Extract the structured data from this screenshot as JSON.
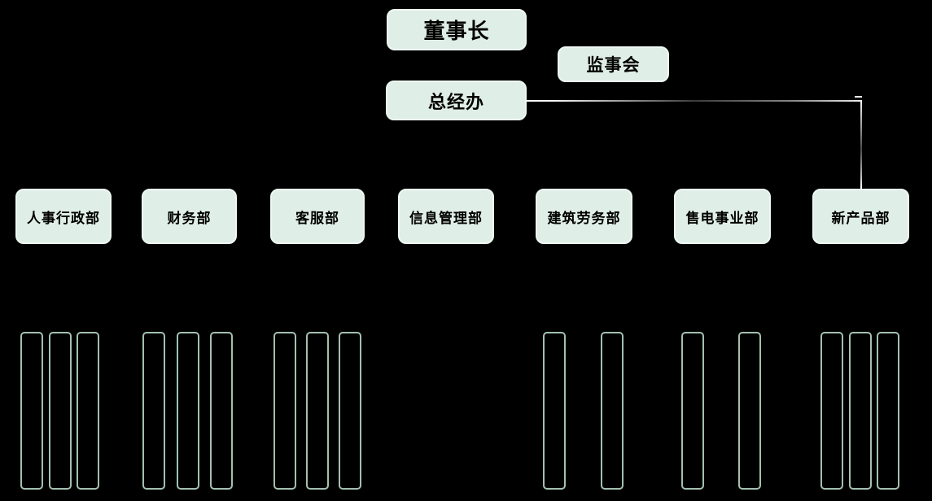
{
  "diagram": {
    "type": "org-chart",
    "background": "#000000",
    "palette": {
      "node_fill": "#dfeee6",
      "node_border": "#eef8f2",
      "node_text": "#000000",
      "slot_border": "#a3c0b0",
      "connector_dark": "#3c3c3c",
      "connector_light": "#ffffff"
    },
    "top_nodes": {
      "chairman": {
        "label": "董事长"
      },
      "supervisory_board": {
        "label": "监事会"
      },
      "gm_office": {
        "label": "总经办"
      }
    },
    "connector": {
      "from": "总经办",
      "to": "新产品部"
    },
    "departments": [
      {
        "label": "人事行政部",
        "slots": 3
      },
      {
        "label": "财务部",
        "slots": 3
      },
      {
        "label": "客服部",
        "slots": 3
      },
      {
        "label": "信息管理部",
        "slots": 0
      },
      {
        "label": "建筑劳务部",
        "slots": 2
      },
      {
        "label": "售电事业部",
        "slots": 2
      },
      {
        "label": "新产品部",
        "slots": 3
      }
    ]
  }
}
